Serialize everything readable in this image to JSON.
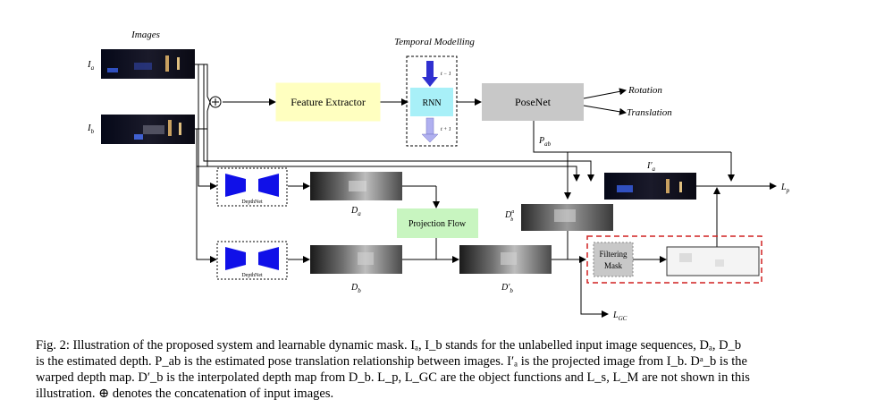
{
  "diagram": {
    "images_title": "Images",
    "temporal_title": "Temporal Modelling",
    "input_a": "I_a",
    "input_b": "I_b",
    "concat_symbol": "+",
    "feature_extractor": "Feature Extractor",
    "rnn": "RNN",
    "t_minus": "t − 1",
    "t_plus": "t + 1",
    "posenet": "PoseNet",
    "rotation": "Rotation",
    "translation": "Translation",
    "p_ab": "P_ab",
    "depthnet_top": "DepthNet",
    "depthnet_bottom": "DepthNet",
    "d_a": "D_a",
    "d_b": "D_b",
    "projection_flow": "Projection Flow",
    "d_b_warped": "D^a_b",
    "d_b_prime": "D'_b",
    "i_a_prime": "I'_a",
    "filtering_mask_1": "Filtering",
    "filtering_mask_2": "Mask",
    "l_p": "L_p",
    "l_gc": "L_GC"
  },
  "colors": {
    "feature_extractor": "#ffffc0",
    "rnn": "#a8f0f8",
    "posenet": "#c8c8c8",
    "projection_flow": "#c8f5c0",
    "filtering_mask": "#c8c8c8",
    "depthnet_shape": "#1010e8",
    "temporal_arrow": "#6a6ae8",
    "dashed_red": "#d02020"
  },
  "caption": {
    "line1": "Fig. 2: Illustration of the proposed system and learnable dynamic mask. Iₐ, I_b stands for the unlabelled input image sequences, Dₐ, D_b",
    "line2": "is the estimated depth. P_ab is the estimated pose translation relationship between images. I′ₐ is the projected image from I_b. Dᵃ_b is the",
    "line3": "warped depth map. D′_b is the interpolated depth map from D_b. L_p, L_GC are the object functions and L_s, L_M are not shown in this",
    "line4": "illustration. ⊕ denotes the concatenation of input images."
  }
}
